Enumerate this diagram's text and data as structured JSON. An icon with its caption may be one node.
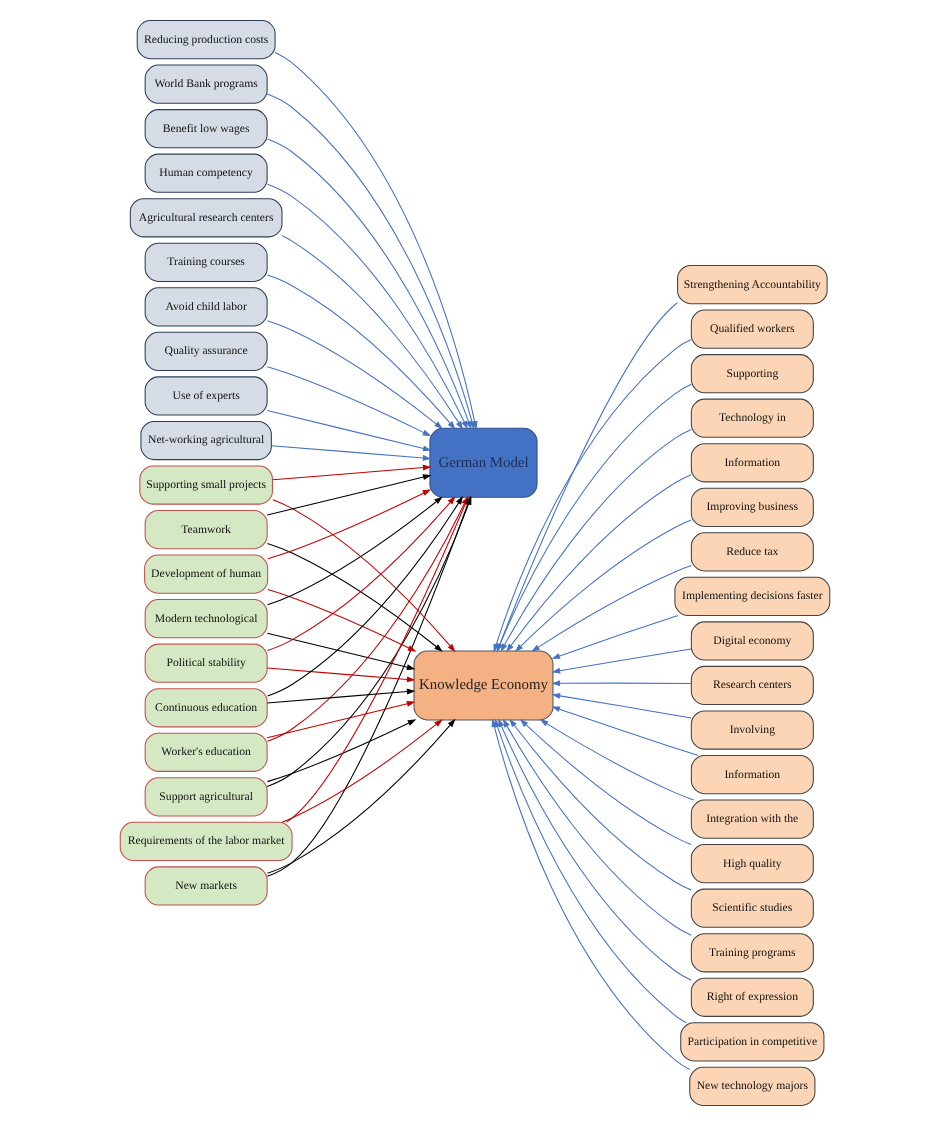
{
  "diagram": {
    "nodes": [
      {
        "text": [
          "German Model"
        ]
      },
      {
        "text": [
          "Knowledge Economy"
        ]
      },
      {
        "text": [
          "Reducing production costs"
        ]
      },
      {
        "text": [
          "World Bank programs"
        ]
      },
      {
        "text": [
          "Benefit low wages"
        ]
      },
      {
        "text": [
          "Human competency"
        ]
      },
      {
        "text": [
          "Agricultural research centers"
        ]
      },
      {
        "text": [
          "Training courses"
        ]
      },
      {
        "text": [
          "Avoid child labor"
        ]
      },
      {
        "text": [
          "Quality assurance"
        ]
      },
      {
        "text": [
          "Use of experts"
        ]
      },
      {
        "text": [
          "Net-working agricultural"
        ]
      },
      {
        "text": [
          "Strengthening Accountability"
        ]
      },
      {
        "text": [
          "Qualified workers"
        ]
      },
      {
        "text": [
          "Supporting"
        ]
      },
      {
        "text": [
          "Technology in"
        ]
      },
      {
        "text": [
          "Information"
        ]
      },
      {
        "text": [
          "Improving business"
        ]
      },
      {
        "text": [
          "Reduce tax"
        ]
      },
      {
        "text": [
          "Implementing decisions faster"
        ]
      },
      {
        "text": [
          "Digital economy"
        ]
      },
      {
        "text": [
          "Research centers"
        ]
      },
      {
        "text": [
          "Involving"
        ]
      },
      {
        "text": [
          "Information"
        ]
      },
      {
        "text": [
          "Integration with the"
        ]
      },
      {
        "text": [
          "High quality"
        ]
      },
      {
        "text": [
          "Scientific studies"
        ]
      },
      {
        "text": [
          "Training programs"
        ]
      },
      {
        "text": [
          "Right of expression"
        ]
      },
      {
        "text": [
          "Participation in competitive"
        ]
      },
      {
        "text": [
          "New technology majors"
        ]
      },
      {
        "text": [
          "Worker's education"
        ]
      },
      {
        "text": [
          "Support agricultural"
        ]
      },
      {
        "text": [
          "Requirements of the labor market"
        ]
      },
      {
        "text": [
          "New markets"
        ]
      },
      {
        "text": [
          "Supporting small projects"
        ]
      },
      {
        "text": [
          "Teamwork"
        ]
      },
      {
        "text": [
          "Development of human"
        ]
      },
      {
        "text": [
          "Modern technological"
        ]
      },
      {
        "text": [
          "Political stability"
        ]
      },
      {
        "text": [
          "Continuous education"
        ]
      }
    ],
    "edges": [
      {
        "from": 2,
        "to": 0,
        "arrow": "to"
      },
      {
        "from": 3,
        "to": 0,
        "arrow": "to"
      },
      {
        "from": 4,
        "to": 0,
        "arrow": "to"
      },
      {
        "from": 5,
        "to": 0,
        "arrow": "to"
      },
      {
        "from": 6,
        "to": 0,
        "arrow": "to"
      },
      {
        "from": 7,
        "to": 0,
        "arrow": "to"
      },
      {
        "from": 8,
        "to": 0,
        "arrow": "to"
      },
      {
        "from": 9,
        "to": 0,
        "arrow": "to"
      },
      {
        "from": 10,
        "to": 0,
        "arrow": "to"
      },
      {
        "from": 11,
        "to": 0,
        "arrow": "to"
      },
      {
        "from": 12,
        "to": 1,
        "arrow": "to"
      },
      {
        "from": 13,
        "to": 1,
        "arrow": "to"
      },
      {
        "from": 14,
        "to": 1,
        "arrow": "to"
      },
      {
        "from": 15,
        "to": 1,
        "arrow": "to"
      },
      {
        "from": 16,
        "to": 1,
        "arrow": "to"
      },
      {
        "from": 17,
        "to": 1,
        "arrow": "to"
      },
      {
        "from": 18,
        "to": 1,
        "arrow": "to"
      },
      {
        "from": 19,
        "to": 1,
        "arrow": "to"
      },
      {
        "from": 20,
        "to": 1,
        "arrow": "to"
      },
      {
        "from": 21,
        "to": 1,
        "arrow": "to"
      },
      {
        "from": 22,
        "to": 1,
        "arrow": "to"
      },
      {
        "from": 23,
        "to": 1,
        "arrow": "to"
      },
      {
        "from": 24,
        "to": 1,
        "arrow": "to"
      },
      {
        "from": 25,
        "to": 1,
        "arrow": "to"
      },
      {
        "from": 26,
        "to": 1,
        "arrow": "to"
      },
      {
        "from": 27,
        "to": 1,
        "arrow": "to"
      },
      {
        "from": 28,
        "to": 1,
        "arrow": "to"
      },
      {
        "from": 29,
        "to": 1,
        "arrow": "to"
      },
      {
        "from": 30,
        "to": 1,
        "arrow": "to"
      },
      {
        "from": 31,
        "to": 0,
        "arrow": "to",
        "color": "#c00000"
      },
      {
        "from": 33,
        "to": 0,
        "arrow": "to",
        "color": "#c00000"
      },
      {
        "from": 35,
        "to": 0,
        "arrow": "to",
        "color": "#c00000"
      },
      {
        "from": 37,
        "to": 0,
        "arrow": "to",
        "color": "#c00000"
      },
      {
        "from": 39,
        "to": 0,
        "arrow": "to",
        "color": "#c00000"
      },
      {
        "from": 31,
        "to": 1,
        "arrow": "to",
        "color": "#c00000"
      },
      {
        "from": 33,
        "to": 1,
        "arrow": "to",
        "color": "#c00000"
      },
      {
        "from": 35,
        "to": 1,
        "arrow": "to",
        "color": "#c00000"
      },
      {
        "from": 37,
        "to": 1,
        "arrow": "to",
        "color": "#c00000"
      },
      {
        "from": 39,
        "to": 1,
        "arrow": "to",
        "color": "#c00000"
      },
      {
        "from": 32,
        "to": 0,
        "arrow": "to",
        "color": "#000000"
      },
      {
        "from": 34,
        "to": 0,
        "arrow": "to",
        "color": "#000000"
      },
      {
        "from": 36,
        "to": 0,
        "arrow": "to",
        "color": "#000000"
      },
      {
        "from": 38,
        "to": 0,
        "arrow": "to",
        "color": "#000000"
      },
      {
        "from": 40,
        "to": 0,
        "arrow": "to",
        "color": "#000000"
      },
      {
        "from": 32,
        "to": 1,
        "arrow": "to",
        "color": "#000000"
      },
      {
        "from": 34,
        "to": 1,
        "arrow": "to",
        "color": "#000000"
      },
      {
        "from": 36,
        "to": 1,
        "arrow": "to",
        "color": "#000000"
      },
      {
        "from": 38,
        "to": 1,
        "arrow": "to",
        "color": "#000000"
      },
      {
        "from": 40,
        "to": 1,
        "arrow": "to",
        "color": "#000000"
      }
    ]
  }
}
